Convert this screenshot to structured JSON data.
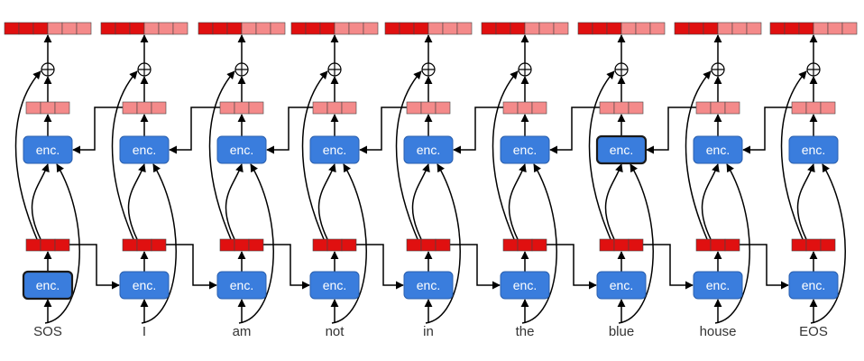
{
  "enc_label": "enc.",
  "tokens": [
    "SOS",
    "I",
    "am",
    "not",
    "in",
    "the",
    "blue",
    "house",
    "EOS"
  ],
  "highlighted": {
    "lower_token": "SOS",
    "upper_token": "blue"
  },
  "colors": {
    "encoder_fill": "#3a7ddd",
    "encoder_stroke": "#2a5fae",
    "highlight_stroke": "#1a1a1a",
    "vector_dark": "#e01010",
    "vector_light": "#f48a8a",
    "arrow": "#000000"
  },
  "icons": {
    "sum_node": "circled-plus-icon",
    "arrow": "arrowhead-icon"
  }
}
